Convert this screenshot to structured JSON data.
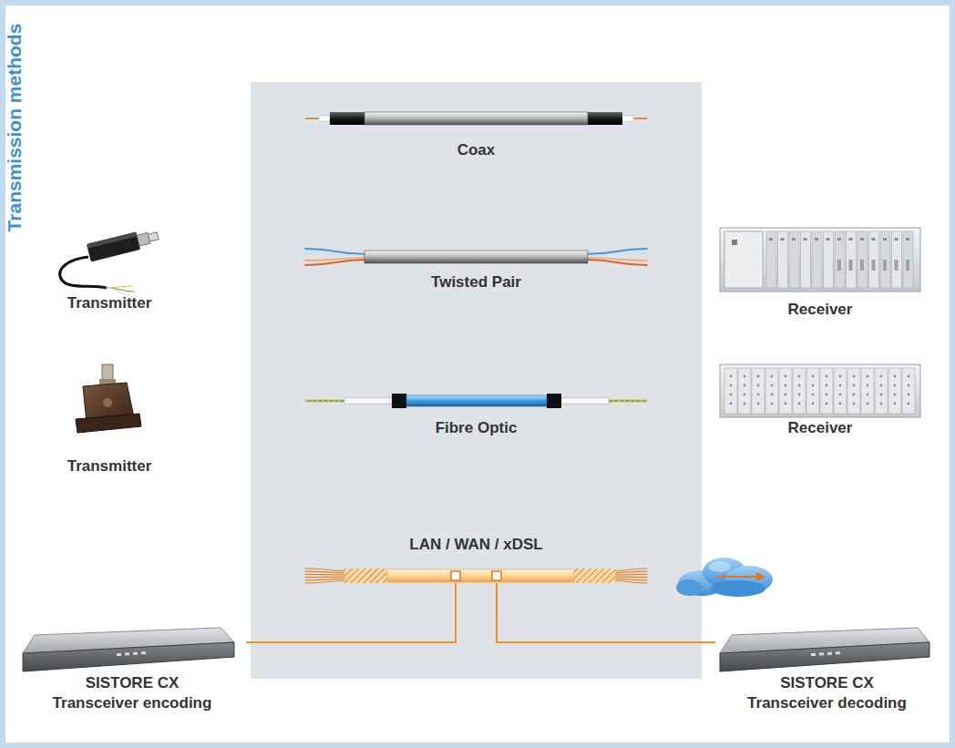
{
  "diagram": {
    "title": "Transmission methods",
    "nodes": [
      {
        "text": [
          "Coax"
        ]
      },
      {
        "text": [
          "Transmitter"
        ]
      },
      {
        "text": [
          "Twisted Pair"
        ]
      },
      {
        "text": [
          "Receiver"
        ]
      },
      {
        "text": [
          "Transmitter"
        ]
      },
      {
        "text": [
          "Fibre Optic"
        ]
      },
      {
        "text": [
          "Receiver"
        ]
      },
      {
        "text": [
          "LAN / WAN / xDSL"
        ]
      },
      {
        "text": [
          "SISTORE CX Transceiver encoding"
        ]
      },
      {
        "text": [
          "SISTORE CX Transceiver decoding"
        ]
      }
    ],
    "edges": [
      {
        "from": 8,
        "to": 7,
        "arrow": "none"
      },
      {
        "from": 7,
        "to": 9,
        "arrow": "none"
      }
    ]
  }
}
